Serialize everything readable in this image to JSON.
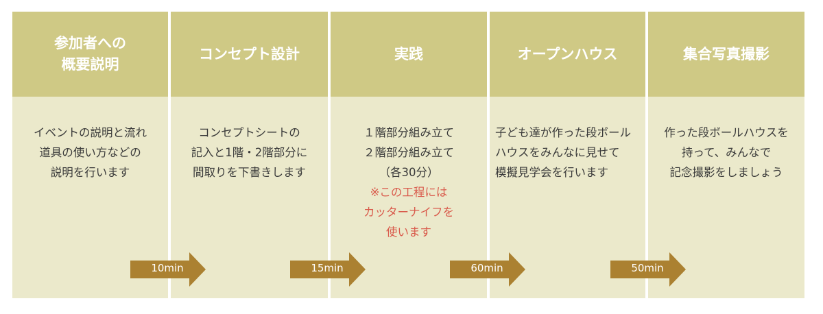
{
  "steps": [
    {
      "title": "参加者への\n概要説明",
      "desc": "イベントの説明と流れ\n道具の使い方などの\n説明を行います"
    },
    {
      "title": "コンセプト設計",
      "desc": "コンセプトシートの\n記入と1階・2階部分に\n間取りを下書きします"
    },
    {
      "title": "実践",
      "desc": "１階部分組み立て\n２階部分組み立て\n（各30分）",
      "note": "※この工程には\nカッターナイフを\n使います"
    },
    {
      "title": "オープンハウス",
      "desc": "子ども達が作った段ボール\nハウスをみんなに見せて\n模擬見学会を行います"
    },
    {
      "title": "集合写真撮影",
      "desc": "作った段ボールハウスを\n持って、みんなで\n記念撮影をしましょう"
    }
  ],
  "durations": [
    "10min",
    "15min",
    "60min",
    "50min"
  ],
  "colors": {
    "header": "#cfc985",
    "body": "#ebe9cb",
    "arrow": "#ab8131",
    "note": "#d95b4c",
    "divider": "#ffffff"
  }
}
